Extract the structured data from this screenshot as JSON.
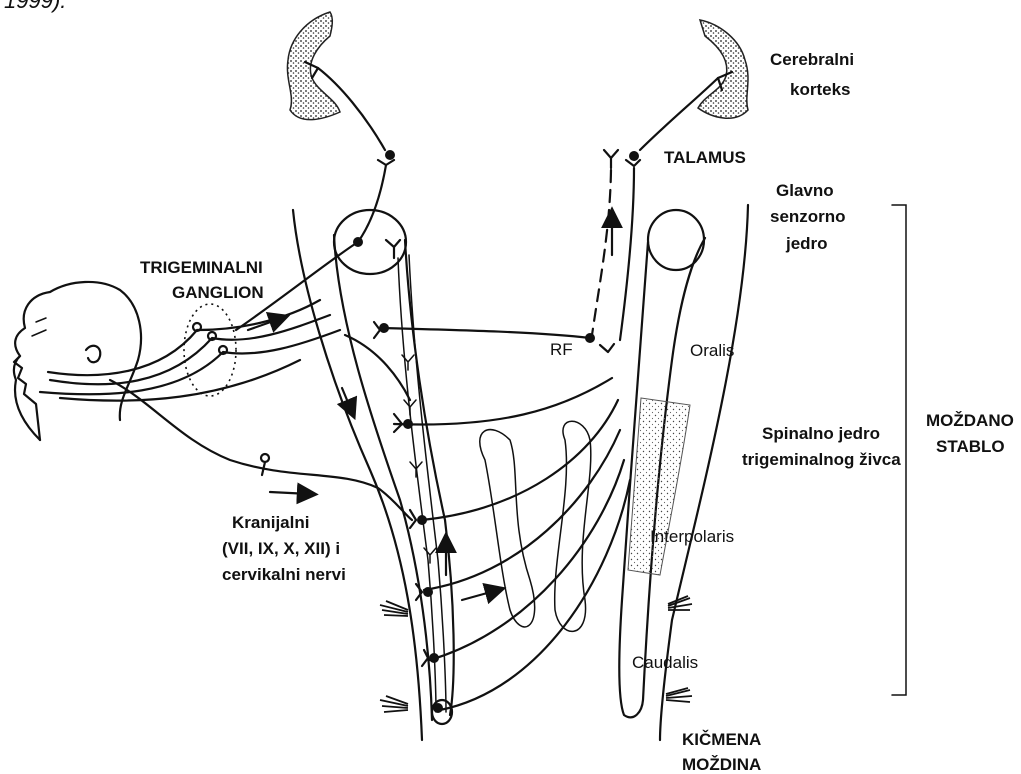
{
  "top_fragment": "1999).",
  "labels": {
    "cerebralni": "Cerebralni",
    "korteks": "korteks",
    "talamus": "TALAMUS",
    "glavno": "Glavno",
    "senzorno": "senzorno",
    "jedro": "jedro",
    "trigeminalni": "TRIGEMINALNI",
    "ganglion": "GANGLION",
    "rf": "RF",
    "oralis": "Oralis",
    "spinalno1": "Spinalno jedro",
    "spinalno2": "trigeminalnog živca",
    "mozdano1": "MOŽDANO",
    "mozdano2": "STABLO",
    "interpolaris": "Interpolaris",
    "caudalis": "Caudalis",
    "kranijalni1": "Kranijalni",
    "kranijalni2": "(VII, IX, X, XII) i",
    "kranijalni3": "cervikalni nervi",
    "kicmena": "KIČMENA",
    "mozdina": "MOŽDINA"
  }
}
